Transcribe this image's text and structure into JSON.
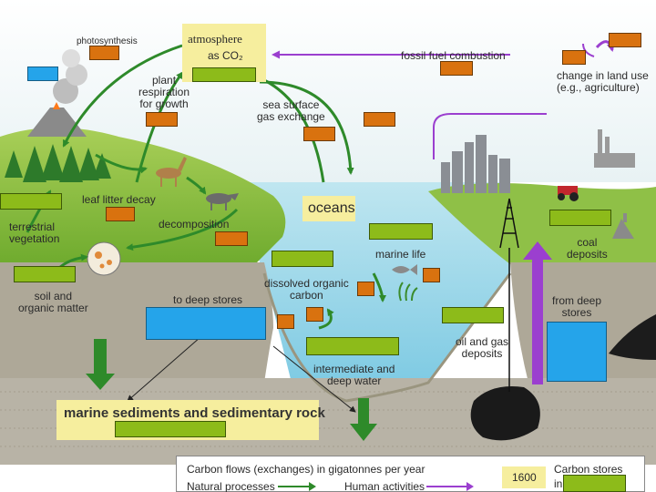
{
  "top_label": "photosynthesis",
  "atmosphere": {
    "title": "atmosphere",
    "subtitle": "as CO₂"
  },
  "labels": {
    "plant_respiration": "plant\nrespiration\nfor growth",
    "sea_surface": "sea surface\ngas exchange",
    "fossil_fuel": "fossil fuel combustion",
    "land_use": "change in land use\n(e.g., agriculture)",
    "leaf_litter": "leaf litter decay",
    "terrestrial": "terrestrial\nvegetation",
    "decomposition": "decomposition",
    "oceans": "oceans",
    "marine_life": "marine life",
    "coal": "coal\ndeposits",
    "soil": "soil and\norganic matter",
    "to_deep": "to deep stores",
    "dissolved": "dissolved organic\ncarbon",
    "from_deep": "from deep\nstores",
    "oil_gas": "oil and gas\ndeposits",
    "intermediate": "intermediate and\ndeep water",
    "sediments": "marine sediments and sedimentary rock"
  },
  "legend": {
    "flows_title": "Carbon flows (exchanges) in gigatonnes per year",
    "natural": "Natural processes",
    "human": "Human activities",
    "store_value": "1600",
    "stores_title": "Carbon stores",
    "stores_sub": "in"
  },
  "colors": {
    "natural_arrow": "#2e8a2a",
    "human_arrow": "#9b3fcf",
    "flow_box": "#d9720f",
    "store_box": "#8dbb1a",
    "deep_box": "#25a4ea",
    "label_bg": "#f6ee9e"
  }
}
